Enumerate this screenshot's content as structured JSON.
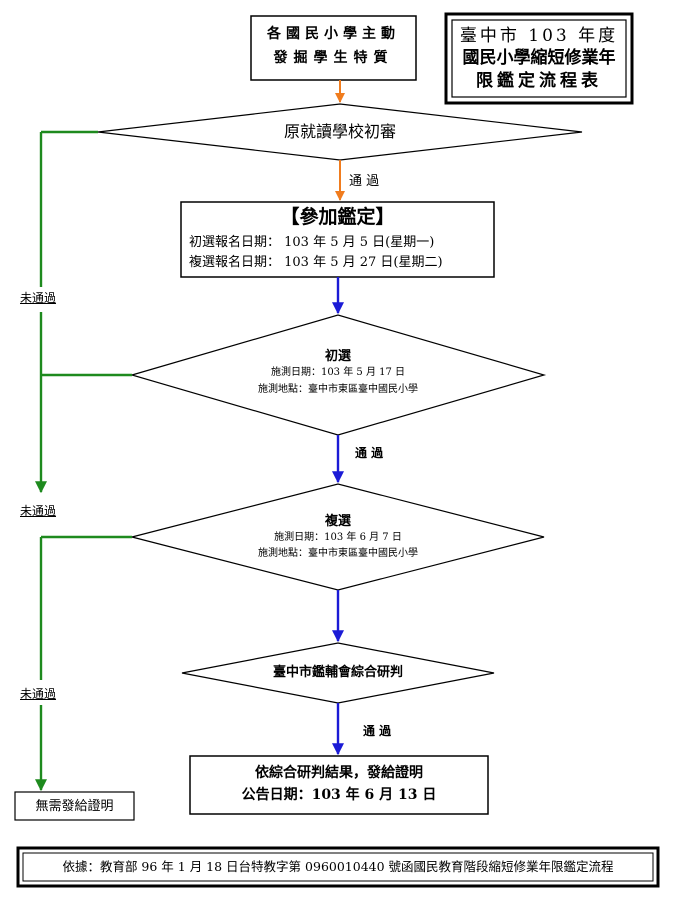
{
  "title_box": {
    "line1": "臺中市 103 年度",
    "line2": "國民小學縮短修業年",
    "line3": "限鑑定流程表"
  },
  "start_box": {
    "line1": "各國民小學主動",
    "line2": "發掘學生特質"
  },
  "initial_review": {
    "label": "原就讀學校初審"
  },
  "pass_labels": [
    "通 過",
    "通 過",
    "通 過"
  ],
  "fail_labels": [
    "未通過",
    "未通過",
    "未通過"
  ],
  "register_box": {
    "heading": "【參加鑑定】",
    "line1": "初選報名日期： 103 年 5 月 5 日(星期一)",
    "line2": "複選報名日期： 103 年 5 月 27 日(星期二)"
  },
  "preliminary": {
    "heading": "初選",
    "date": "施測日期：103 年 5 月 17 日",
    "place": "施測地點：臺中市東區臺中國民小學"
  },
  "secondary": {
    "heading": "複選",
    "date": "施測日期：103 年 6 月 7 日",
    "place": "施測地點：臺中市東區臺中國民小學"
  },
  "committee": {
    "label": "臺中市鑑輔會綜合研判"
  },
  "result_box": {
    "line1": "依綜合研判結果，發給證明",
    "line2": "公告日期：103 年 6 月 13 日"
  },
  "no_cert_box": {
    "label": "無需發給證明"
  },
  "footer": {
    "text": "依據：教育部 96 年 1 月 18 日台特教字第 0960010440 號函國民教育階段縮短修業年限鑑定流程"
  },
  "colors": {
    "orange_arrow": "#f07c1e",
    "blue_arrow": "#1b1bd6",
    "green_line": "#1e8a1e",
    "stroke": "#000000"
  }
}
